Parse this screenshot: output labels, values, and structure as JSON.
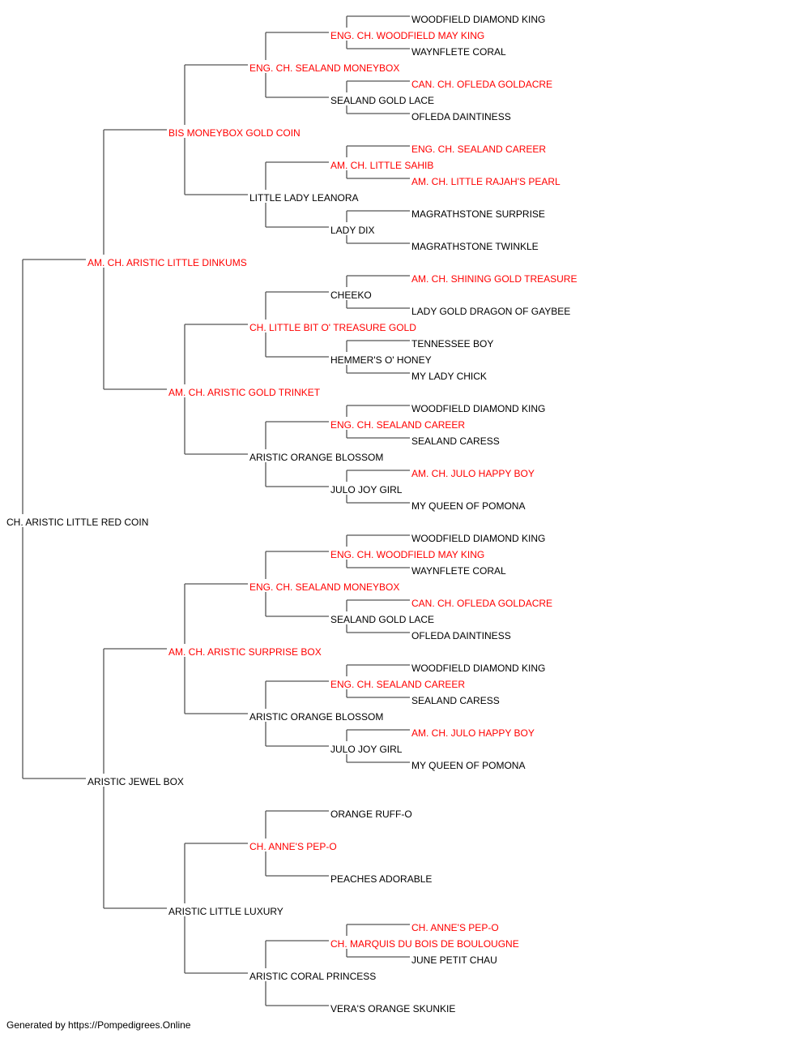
{
  "colors": {
    "champion": "#ff0000",
    "regular": "#000000",
    "line": "#555555"
  },
  "footer": "Generated by https://Pompedigrees.Online",
  "pedigree": {
    "name": "CH. ARISTIC LITTLE RED COIN",
    "ch": false,
    "sire": {
      "name": "AM. CH. ARISTIC LITTLE DINKUMS",
      "ch": true,
      "sire": {
        "name": "BIS MONEYBOX GOLD COIN",
        "ch": true,
        "sire": {
          "name": "ENG. CH. SEALAND MONEYBOX",
          "ch": true,
          "sire": {
            "name": "ENG. CH. WOODFIELD MAY KING",
            "ch": true,
            "sire": {
              "name": "WOODFIELD DIAMOND KING",
              "ch": false
            },
            "dam": {
              "name": "WAYNFLETE CORAL",
              "ch": false
            }
          },
          "dam": {
            "name": "SEALAND GOLD LACE",
            "ch": false,
            "sire": {
              "name": "CAN. CH. OFLEDA GOLDACRE",
              "ch": true
            },
            "dam": {
              "name": "OFLEDA DAINTINESS",
              "ch": false
            }
          }
        },
        "dam": {
          "name": "LITTLE LADY LEANORA",
          "ch": false,
          "sire": {
            "name": "AM. CH. LITTLE SAHIB",
            "ch": true,
            "sire": {
              "name": "ENG. CH. SEALAND CAREER",
              "ch": true
            },
            "dam": {
              "name": "AM. CH. LITTLE RAJAH'S PEARL",
              "ch": true
            }
          },
          "dam": {
            "name": "LADY DIX",
            "ch": false,
            "sire": {
              "name": "MAGRATHSTONE SURPRISE",
              "ch": false
            },
            "dam": {
              "name": "MAGRATHSTONE TWINKLE",
              "ch": false
            }
          }
        }
      },
      "dam": {
        "name": "AM. CH. ARISTIC GOLD TRINKET",
        "ch": true,
        "sire": {
          "name": "CH. LITTLE BIT O' TREASURE GOLD",
          "ch": true,
          "sire": {
            "name": "CHEEKO",
            "ch": false,
            "sire": {
              "name": "AM. CH. SHINING GOLD TREASURE",
              "ch": true
            },
            "dam": {
              "name": "LADY GOLD DRAGON OF GAYBEE",
              "ch": false
            }
          },
          "dam": {
            "name": "HEMMER'S O' HONEY",
            "ch": false,
            "sire": {
              "name": "TENNESSEE BOY",
              "ch": false
            },
            "dam": {
              "name": "MY LADY CHICK",
              "ch": false
            }
          }
        },
        "dam": {
          "name": "ARISTIC ORANGE BLOSSOM",
          "ch": false,
          "sire": {
            "name": "ENG. CH. SEALAND CAREER",
            "ch": true,
            "sire": {
              "name": "WOODFIELD DIAMOND KING",
              "ch": false
            },
            "dam": {
              "name": "SEALAND CARESS",
              "ch": false
            }
          },
          "dam": {
            "name": "JULO JOY GIRL",
            "ch": false,
            "sire": {
              "name": "AM. CH. JULO HAPPY BOY",
              "ch": true
            },
            "dam": {
              "name": "MY QUEEN OF POMONA",
              "ch": false
            }
          }
        }
      }
    },
    "dam": {
      "name": "ARISTIC JEWEL BOX",
      "ch": false,
      "sire": {
        "name": "AM. CH. ARISTIC SURPRISE BOX",
        "ch": true,
        "sire": {
          "name": "ENG. CH. SEALAND MONEYBOX",
          "ch": true,
          "sire": {
            "name": "ENG. CH. WOODFIELD MAY KING",
            "ch": true,
            "sire": {
              "name": "WOODFIELD DIAMOND KING",
              "ch": false
            },
            "dam": {
              "name": "WAYNFLETE CORAL",
              "ch": false
            }
          },
          "dam": {
            "name": "SEALAND GOLD LACE",
            "ch": false,
            "sire": {
              "name": "CAN. CH. OFLEDA GOLDACRE",
              "ch": true
            },
            "dam": {
              "name": "OFLEDA DAINTINESS",
              "ch": false
            }
          }
        },
        "dam": {
          "name": "ARISTIC ORANGE BLOSSOM",
          "ch": false,
          "sire": {
            "name": "ENG. CH. SEALAND CAREER",
            "ch": true,
            "sire": {
              "name": "WOODFIELD DIAMOND KING",
              "ch": false
            },
            "dam": {
              "name": "SEALAND CARESS",
              "ch": false
            }
          },
          "dam": {
            "name": "JULO JOY GIRL",
            "ch": false,
            "sire": {
              "name": "AM. CH. JULO HAPPY BOY",
              "ch": true
            },
            "dam": {
              "name": "MY QUEEN OF POMONA",
              "ch": false
            }
          }
        }
      },
      "dam": {
        "name": "ARISTIC LITTLE LUXURY",
        "ch": false,
        "sire": {
          "name": "CH. ANNE'S PEP-O",
          "ch": true,
          "sire": {
            "name": "ORANGE RUFF-O",
            "ch": false
          },
          "dam": {
            "name": "PEACHES ADORABLE",
            "ch": false
          }
        },
        "dam": {
          "name": "ARISTIC CORAL PRINCESS",
          "ch": false,
          "sire": {
            "name": "CH. MARQUIS DU BOIS DE BOULOUGNE",
            "ch": true,
            "sire": {
              "name": "CH. ANNE'S PEP-O",
              "ch": true
            },
            "dam": {
              "name": "JUNE PETIT CHAU",
              "ch": false
            }
          },
          "dam": {
            "name": "VERA'S ORANGE SKUNKIE",
            "ch": false
          }
        }
      }
    }
  }
}
